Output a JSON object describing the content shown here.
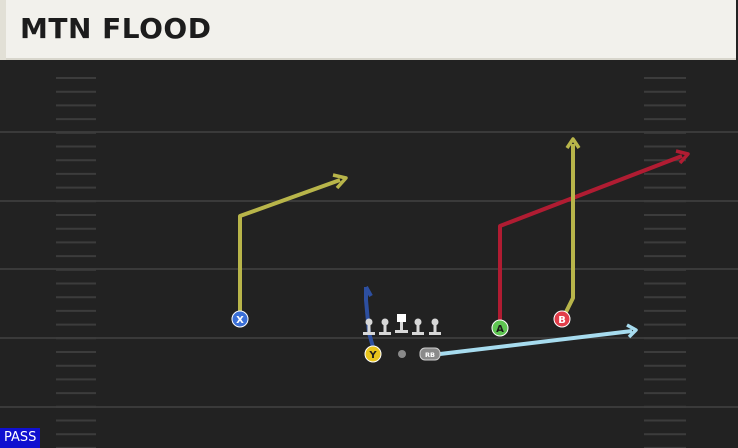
{
  "play": {
    "title": "MTN FLOOD",
    "type_badge": "PASS"
  },
  "players": [
    {
      "label": "X",
      "color": "#3b6fd6"
    },
    {
      "label": "Y",
      "color": "#e8c41c"
    },
    {
      "label": "A",
      "color": "#5ec451"
    },
    {
      "label": "B",
      "color": "#e23d4a"
    },
    {
      "label": "RB",
      "color": "#8a8a8a"
    }
  ],
  "route_colors": {
    "X": "#b8b54a",
    "Y": "#2d4fa0",
    "A": "#b01c32",
    "B": "#b8b54a",
    "RB": "#a7dcef"
  },
  "colors": {
    "field": "#222222",
    "yard_line": "#3a3a3a",
    "hash": "#3c3c3c",
    "lineman": "#d8d8d8"
  }
}
